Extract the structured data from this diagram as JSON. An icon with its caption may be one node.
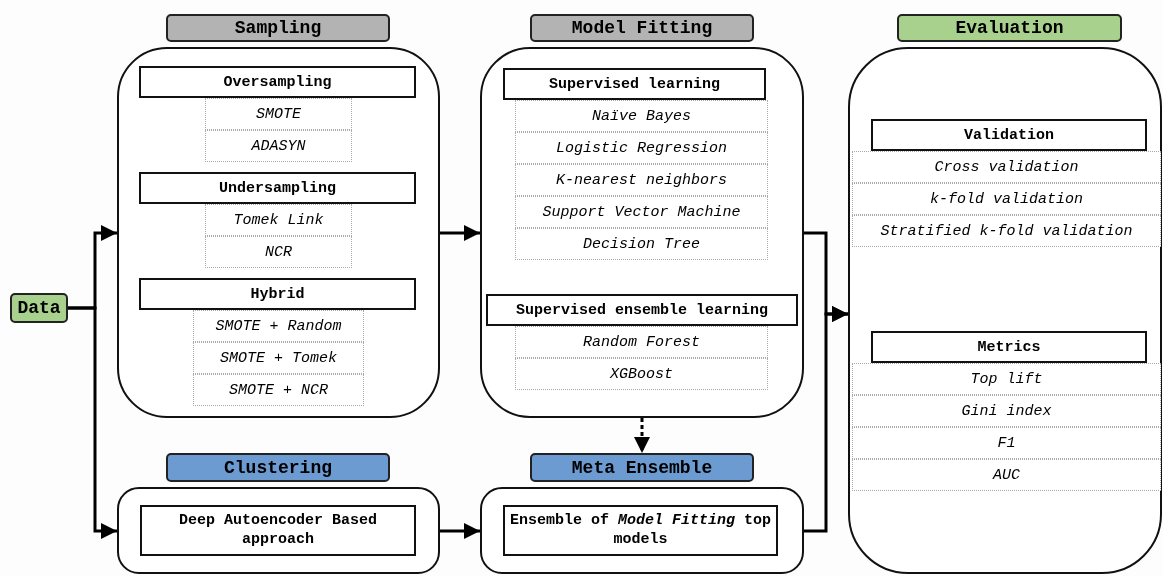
{
  "diagram": {
    "nodes": [
      {
        "text": [
          "Data"
        ]
      },
      {
        "text": [
          "Sampling"
        ]
      },
      {
        "text": [
          "Oversampling"
        ],
        "in": 1
      },
      {
        "text": [
          "SMOTE"
        ],
        "in": 1
      },
      {
        "text": [
          "ADASYN"
        ],
        "in": 1
      },
      {
        "text": [
          "Undersampling"
        ],
        "in": 1
      },
      {
        "text": [
          "Tomek Link"
        ],
        "in": 1
      },
      {
        "text": [
          "NCR"
        ],
        "in": 1
      },
      {
        "text": [
          "Hybrid"
        ],
        "in": 1
      },
      {
        "text": [
          "SMOTE + Random"
        ],
        "in": 1
      },
      {
        "text": [
          "SMOTE + Tomek"
        ],
        "in": 1
      },
      {
        "text": [
          "SMOTE + NCR"
        ],
        "in": 1
      },
      {
        "text": [
          "Model Fitting"
        ]
      },
      {
        "text": [
          "Supervised learning"
        ],
        "in": 12
      },
      {
        "text": [
          "Naïve Bayes"
        ],
        "in": 12
      },
      {
        "text": [
          "Logistic Regression"
        ],
        "in": 12
      },
      {
        "text": [
          "K-nearest neighbors"
        ],
        "in": 12
      },
      {
        "text": [
          "Support Vector Machine"
        ],
        "in": 12
      },
      {
        "text": [
          "Decision Tree"
        ],
        "in": 12
      },
      {
        "text": [
          "Supervised ensemble learning"
        ],
        "in": 12
      },
      {
        "text": [
          "Random Forest"
        ],
        "in": 12
      },
      {
        "text": [
          "XGBoost"
        ],
        "in": 12
      },
      {
        "text": [
          "Evaluation"
        ]
      },
      {
        "text": [
          "Validation"
        ],
        "in": 22
      },
      {
        "text": [
          "Cross validation"
        ],
        "in": 22
      },
      {
        "text": [
          "k-fold validation"
        ],
        "in": 22
      },
      {
        "text": [
          "Stratified k-fold validation"
        ],
        "in": 22
      },
      {
        "text": [
          "Metrics"
        ],
        "in": 22
      },
      {
        "text": [
          "Top lift"
        ],
        "in": 22
      },
      {
        "text": [
          "Gini index"
        ],
        "in": 22
      },
      {
        "text": [
          "F1"
        ],
        "in": 22
      },
      {
        "text": [
          "AUC"
        ],
        "in": 22
      },
      {
        "text": [
          "Clustering"
        ]
      },
      {
        "text": [
          "Deep Autoencoder Based approach"
        ],
        "in": 32
      },
      {
        "text": [
          "Meta Ensemble"
        ]
      },
      {
        "text": [
          "Ensemble of *Model Fitting* top models"
        ],
        "in": 34
      }
    ],
    "edges": [
      {
        "from": 0,
        "to": 1,
        "arrow": "to"
      },
      {
        "from": 0,
        "to": 32,
        "arrow": "to"
      },
      {
        "from": 1,
        "to": 12,
        "arrow": "to"
      },
      {
        "from": 32,
        "to": 34,
        "arrow": "to"
      },
      {
        "from": 12,
        "to": 34,
        "arrow": "to",
        "style": "dashed"
      },
      {
        "from": 12,
        "to": 22,
        "arrow": "to"
      },
      {
        "from": 34,
        "to": 22,
        "arrow": "to"
      }
    ]
  }
}
